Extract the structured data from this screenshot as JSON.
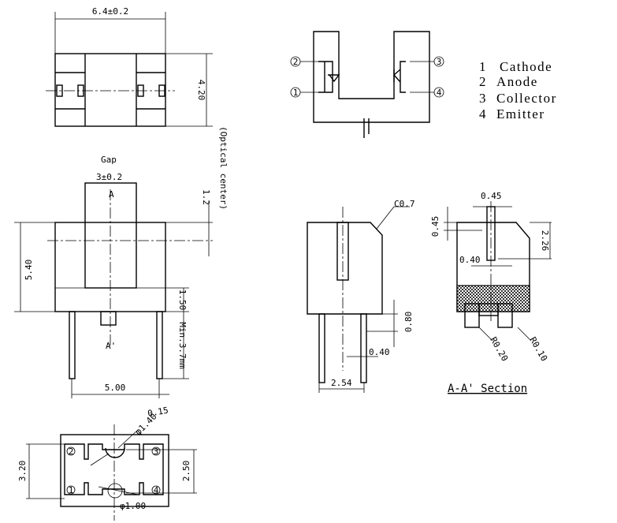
{
  "top_view": {
    "width_dim": "6.4±0.2",
    "height_dim": "4.20",
    "optical_center": "(Optical center)"
  },
  "front_view": {
    "gap_label": "Gap",
    "gap_dim": "3±0.2",
    "section_a": "A",
    "section_a_prime": "A'",
    "optical_offset": "1.2",
    "height_dim": "5.40",
    "base_dim": "1.50",
    "lead_length": "Min.3.7mm",
    "lead_pitch": "5.00"
  },
  "side_view": {
    "chamfer": "C0.7",
    "lead_width": "0.80",
    "lead_thickness": "0.40",
    "lead_pitch": "2.54"
  },
  "section_view": {
    "slit_width": "0.45",
    "slit_top": "0.45",
    "slit_height": "2.26",
    "slit_bottom": "0.40",
    "radius_1": "R0.20",
    "radius_2": "R0.10",
    "title": "A-A' Section"
  },
  "bottom_view": {
    "tolerance": "0.15",
    "hole_dia_top": "φ1.40",
    "hole_dia_bottom": "φ1.00",
    "width_dim": "3.20",
    "pitch_dim": "2.50",
    "pins": [
      "1",
      "2",
      "3",
      "4"
    ]
  },
  "schematic": {
    "pins": [
      "2",
      "1",
      "3",
      "4"
    ]
  },
  "legend": [
    {
      "num": "1",
      "label": "Cathode"
    },
    {
      "num": "2",
      "label": "Anode"
    },
    {
      "num": "3",
      "label": "Collector"
    },
    {
      "num": "4",
      "label": "Emitter"
    }
  ]
}
